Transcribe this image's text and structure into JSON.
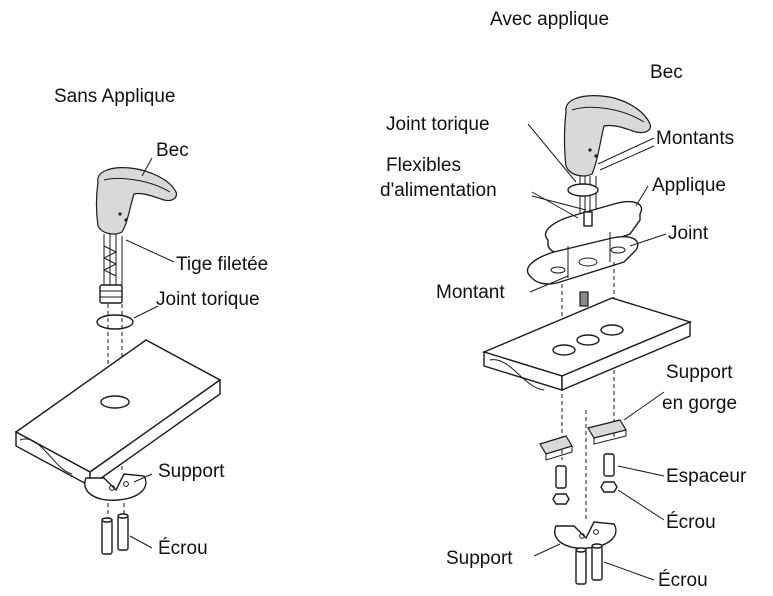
{
  "left_title": "Sans Applique",
  "right_title": "Avec applique",
  "left_labels": {
    "bec": "Bec",
    "tige": "Tige filetée",
    "joint_torique": "Joint torique",
    "support": "Support",
    "ecrou": "Écrou"
  },
  "right_labels": {
    "bec": "Bec",
    "joint_torique": "Joint torique",
    "montants": "Montants",
    "flexibles_line1": "Flexibles",
    "flexibles_line2": "d'alimentation",
    "applique": "Applique",
    "joint": "Joint",
    "montant": "Montant",
    "support_gorge_line1": "Support",
    "support_gorge_line2": "en gorge",
    "espaceur": "Espaceur",
    "ecrou_upper": "Écrou",
    "support": "Support",
    "ecrou_lower": "Écrou"
  }
}
